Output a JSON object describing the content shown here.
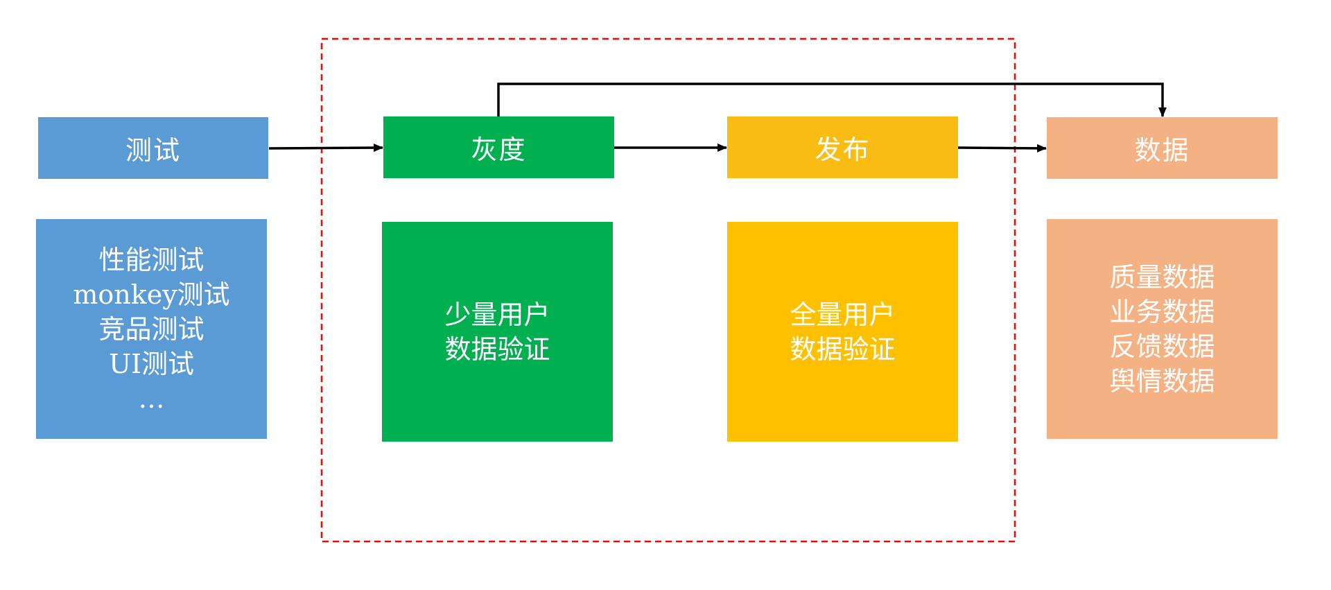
{
  "colors": {
    "test": "#5b9bd5",
    "gray_release": "#00b050",
    "release_head": "#f8bc13",
    "release_body": "#ffc000",
    "data": "#f4b183",
    "dashed_frame": "#ff0000",
    "arrow": "#000000"
  },
  "nodes": {
    "test": {
      "title": "测试",
      "items": [
        "性能测试",
        "monkey测试",
        "竞品测试",
        "UI测试",
        "…"
      ]
    },
    "gray": {
      "title": "灰度",
      "items": [
        "少量用户",
        "数据验证"
      ]
    },
    "release": {
      "title": "发布",
      "items": [
        "全量用户",
        "数据验证"
      ]
    },
    "data": {
      "title": "数据",
      "items": [
        "质量数据",
        "业务数据",
        "反馈数据",
        "舆情数据"
      ]
    }
  },
  "edges": [
    {
      "from": "测试",
      "to": "灰度"
    },
    {
      "from": "灰度",
      "to": "发布"
    },
    {
      "from": "发布",
      "to": "数据"
    },
    {
      "from": "灰度",
      "to": "数据"
    }
  ]
}
